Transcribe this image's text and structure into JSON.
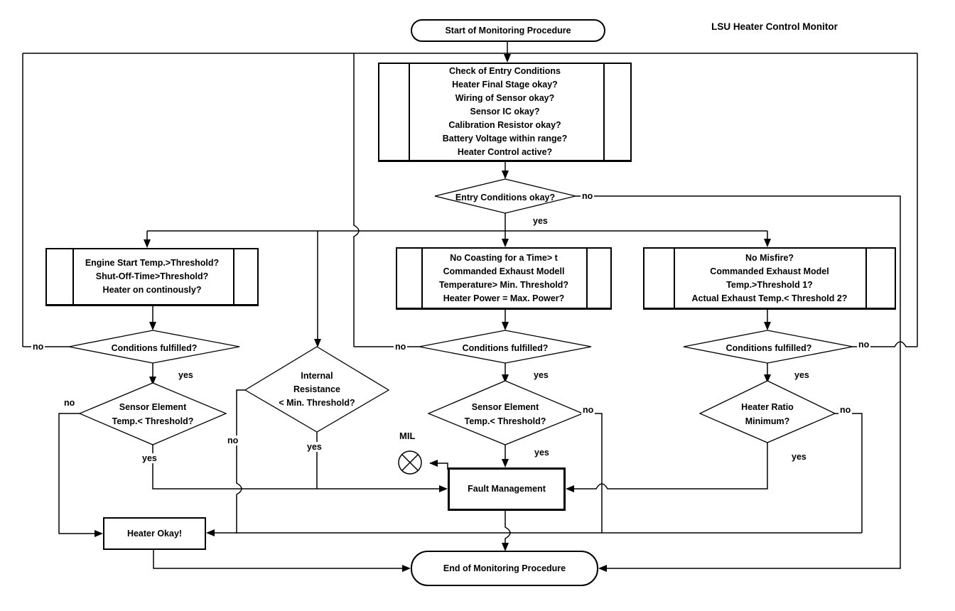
{
  "title": "LSU Heater Control Monitor",
  "labels": {
    "yes": "yes",
    "no": "no",
    "mil": "MIL"
  },
  "nodes": {
    "start": "Start of Monitoring Procedure",
    "end": "End of Monitoring Procedure",
    "fault": "Fault Management",
    "heater_okay": "Heater Okay!",
    "entry_check": {
      "lines": [
        "Check of Entry Conditions",
        "Heater Final Stage okay?",
        "Wiring of Sensor okay?",
        "Sensor IC okay?",
        "Calibration Resistor okay?",
        "Battery Voltage within range?",
        "Heater Control active?"
      ]
    },
    "entry_decision": "Entry Conditions okay?",
    "left_check": {
      "lines": [
        "Engine Start Temp.>Threshold?",
        "Shut-Off-Time>Threshold?",
        "Heater on continously?"
      ]
    },
    "middle_check": {
      "lines": [
        "No Coasting for a Time> t",
        "Commanded Exhaust Modell",
        "Temperature> Min. Threshold?",
        "Heater Power = Max. Power?"
      ]
    },
    "right_check": {
      "lines": [
        "No Misfire?",
        "Commanded Exhaust Model",
        "Temp.>Threshold 1?",
        "Actual Exhaust Temp.< Threshold 2?"
      ]
    },
    "conditions_fulfilled": "Conditions fulfilled?",
    "sensor_element": {
      "lines": [
        "Sensor Element",
        "Temp.< Threshold?"
      ]
    },
    "internal_resistance": {
      "lines": [
        "Internal",
        "Resistance",
        "< Min. Threshold?"
      ]
    },
    "heater_ratio": {
      "lines": [
        "Heater Ratio",
        "Minimum?"
      ]
    }
  }
}
